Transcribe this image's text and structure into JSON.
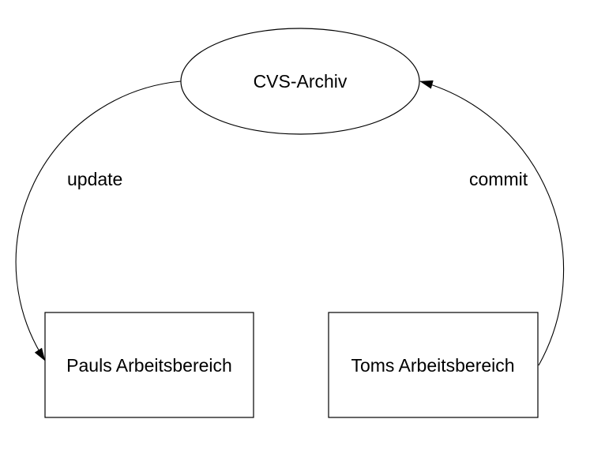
{
  "colors": {
    "background": "#ffffff",
    "line": "#000000",
    "text": "#000000"
  },
  "nodes": {
    "archive": {
      "label": "CVS-Archiv",
      "shape": "ellipse"
    },
    "paul": {
      "label": "Pauls Arbeitsbereich",
      "shape": "rectangle"
    },
    "tom": {
      "label": "Toms Arbeitsbereich",
      "shape": "rectangle"
    }
  },
  "edges": {
    "update": {
      "label": "update",
      "from": "archive",
      "to": "paul",
      "arrowhead": "filled-triangle"
    },
    "commit": {
      "label": "commit",
      "from": "tom",
      "to": "archive",
      "arrowhead": "filled-triangle"
    }
  }
}
